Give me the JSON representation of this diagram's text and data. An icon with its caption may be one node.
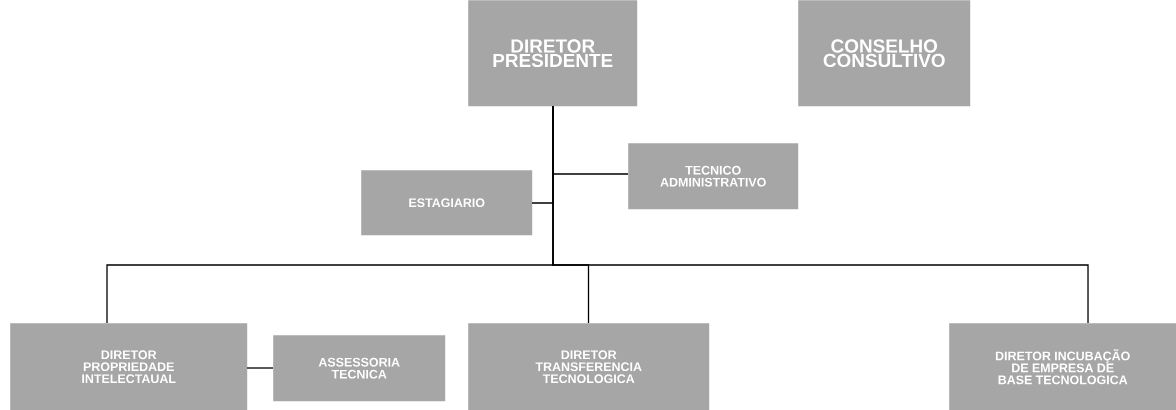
{
  "diagram": {
    "nodes": [
      {
        "text": [
          "DIRETOR PRESIDENTE"
        ]
      },
      {
        "text": [
          "CONSELHO CONSULTIVO"
        ]
      },
      {
        "text": [
          "ESTAGIARIO"
        ]
      },
      {
        "text": [
          "TECNICO ADMINISTRATIVO"
        ]
      },
      {
        "text": [
          "DIRETOR PROPRIEDADE INTELECTAUAL"
        ]
      },
      {
        "text": [
          "ASSESSORIA TECNICA"
        ]
      },
      {
        "text": [
          "DIRETOR TRANSFERENCIA TECNOLOGICA"
        ]
      },
      {
        "text": [
          "DIRETOR INCUBAÇÃO DE EMPRESA DE BASE TECNOLOGICA"
        ]
      }
    ],
    "edges": [
      {
        "from": 0,
        "to": 2,
        "arrow": "none"
      },
      {
        "from": 0,
        "to": 3,
        "arrow": "none"
      },
      {
        "from": 0,
        "to": 4,
        "arrow": "none"
      },
      {
        "from": 0,
        "to": 6,
        "arrow": "none"
      },
      {
        "from": 0,
        "to": 7,
        "arrow": "none"
      },
      {
        "from": 4,
        "to": 5,
        "arrow": "none"
      }
    ]
  }
}
